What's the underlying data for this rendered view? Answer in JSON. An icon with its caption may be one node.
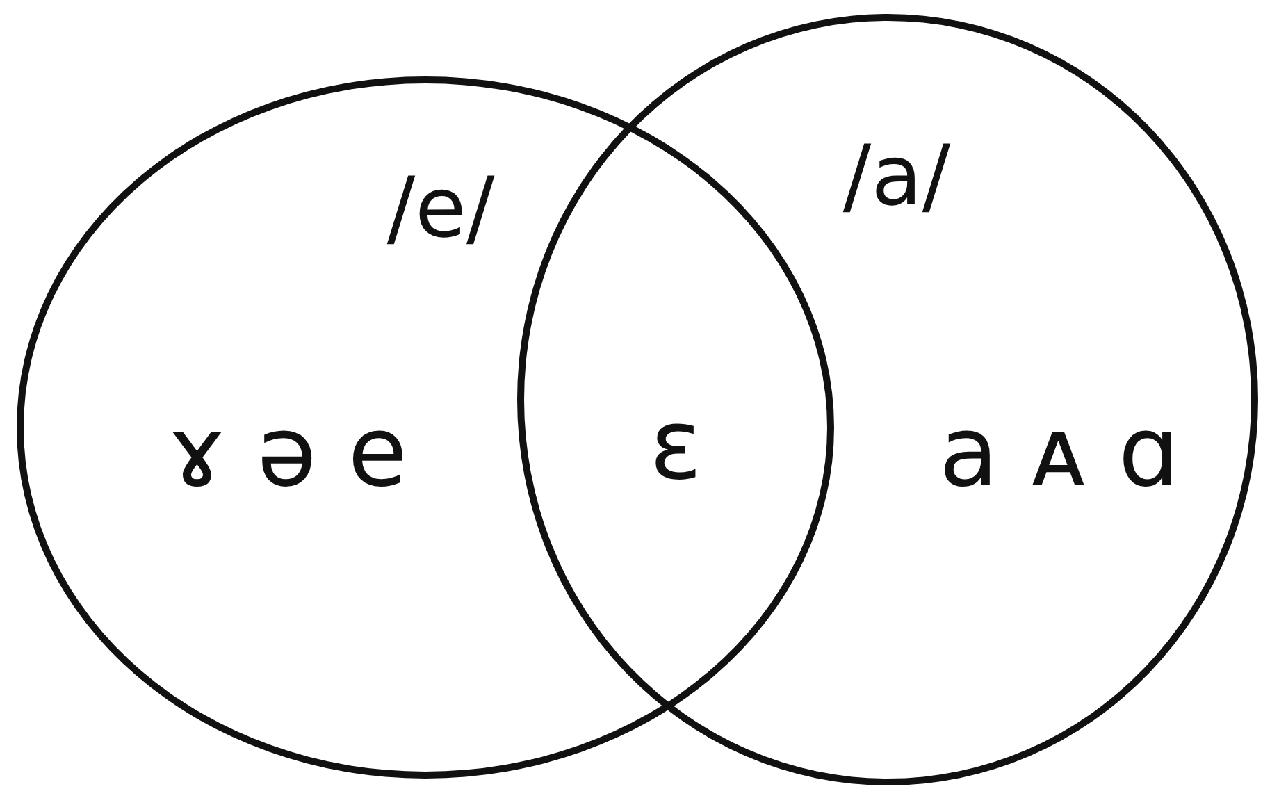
{
  "diagram": {
    "nodes": [
      {
        "text": [
          "/e/",
          "ɤ ə e"
        ]
      },
      {
        "text": [
          "/a/",
          "a ᴀ ɑ"
        ]
      }
    ],
    "labels": [
      "ɛ"
    ]
  }
}
